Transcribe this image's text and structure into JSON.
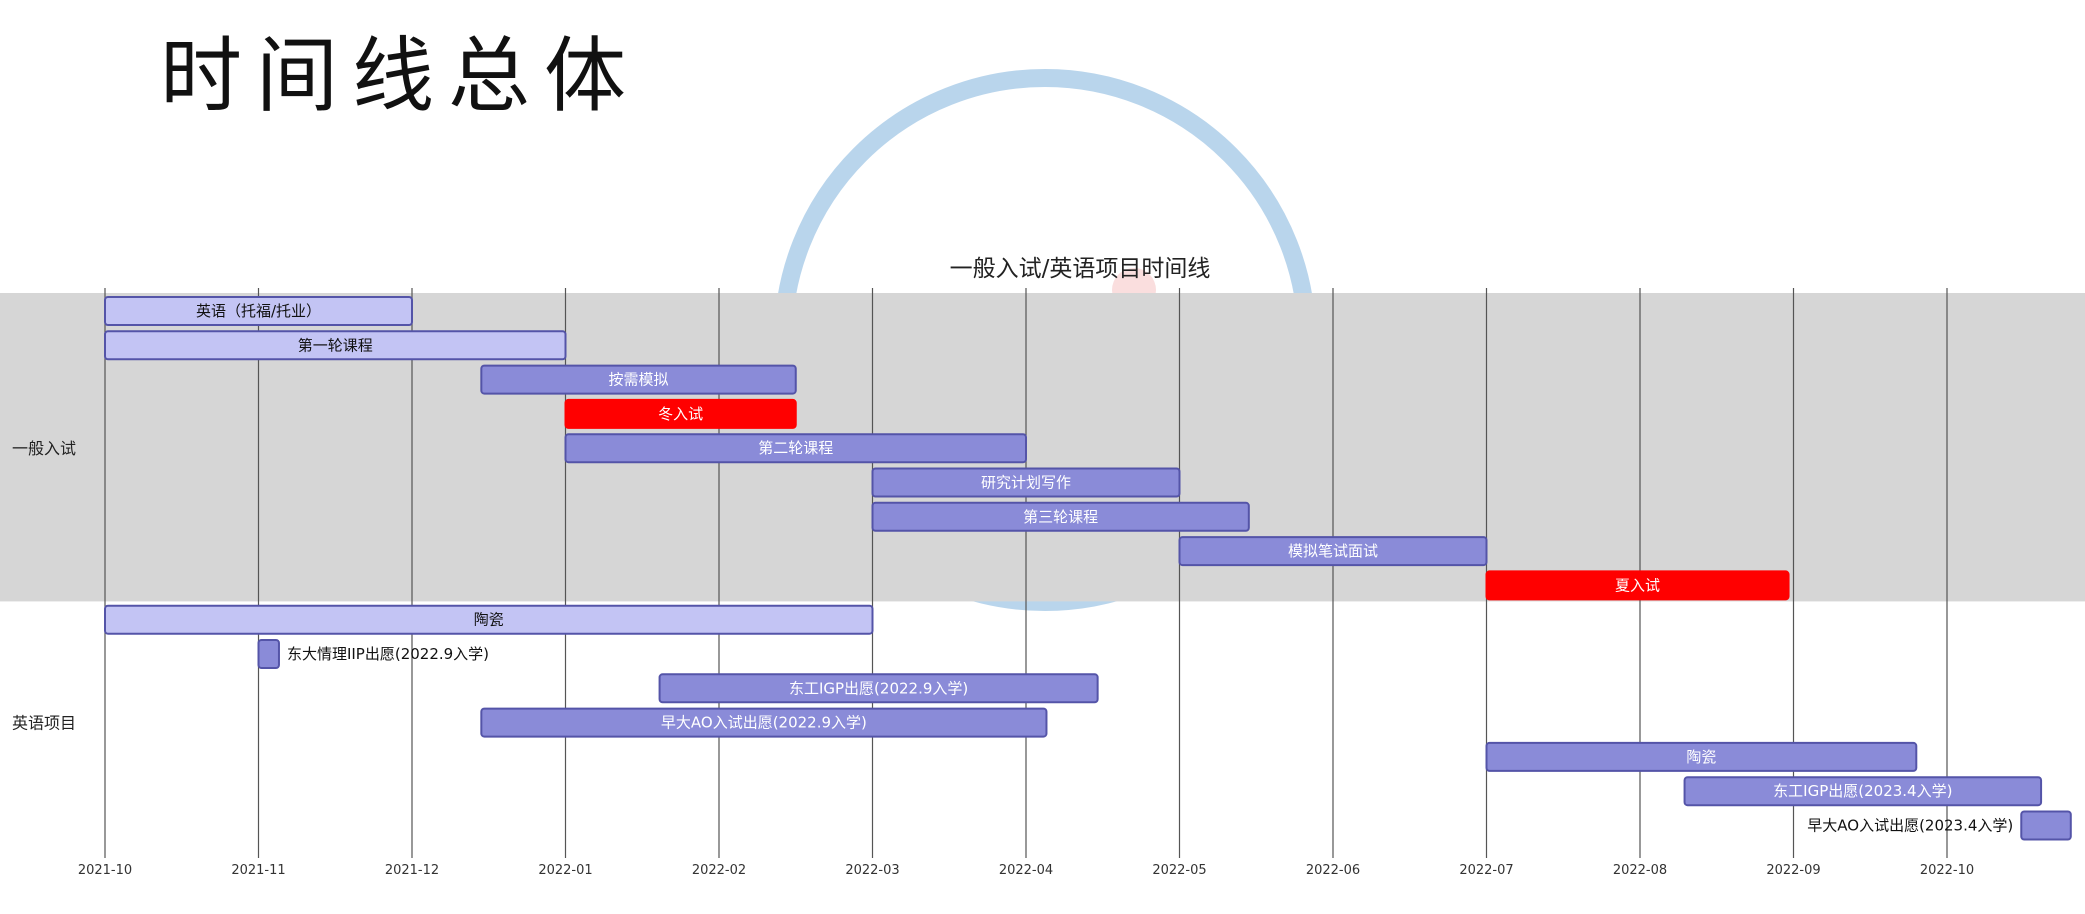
{
  "page": {
    "title": "时间线总体"
  },
  "colors": {
    "band": "#d6d6d6",
    "task_light": "#c3c4f4",
    "task_dark": "#8a8bd8",
    "task_border": "#5454a8",
    "exam": "#ff0000",
    "grid": "#555555",
    "watermark": "#7fb3dc",
    "watermark_accent": "#ef9a9a"
  },
  "chart_data": {
    "type": "gantt",
    "title": "一般入试/英语项目时间线",
    "x_ticks": [
      "2021-10",
      "2021-11",
      "2021-12",
      "2022-01",
      "2022-02",
      "2022-03",
      "2022-04",
      "2022-05",
      "2022-06",
      "2022-07",
      "2022-08",
      "2022-09",
      "2022-10"
    ],
    "xlim": [
      "2021-10-01",
      "2022-10-31"
    ],
    "grid": true,
    "groups": [
      {
        "name": "一般入试",
        "band": true,
        "tasks": [
          {
            "label": "英语（托福/托业）",
            "start": "2021-10-01",
            "end": "2021-12-01",
            "style": "light",
            "label_pos": "inside"
          },
          {
            "label": "第一轮课程",
            "start": "2021-10-01",
            "end": "2022-01-01",
            "style": "light",
            "label_pos": "inside"
          },
          {
            "label": "按需模拟",
            "start": "2021-12-15",
            "end": "2022-02-15",
            "style": "dark",
            "label_pos": "inside"
          },
          {
            "label": "冬入试",
            "start": "2022-01-01",
            "end": "2022-02-15",
            "style": "exam",
            "label_pos": "inside"
          },
          {
            "label": "第二轮课程",
            "start": "2022-01-01",
            "end": "2022-04-01",
            "style": "dark",
            "label_pos": "inside"
          },
          {
            "label": "研究计划写作",
            "start": "2022-03-01",
            "end": "2022-05-01",
            "style": "dark",
            "label_pos": "inside"
          },
          {
            "label": "第三轮课程",
            "start": "2022-03-01",
            "end": "2022-05-15",
            "style": "dark",
            "label_pos": "inside"
          },
          {
            "label": "模拟笔试面试",
            "start": "2022-05-01",
            "end": "2022-07-01",
            "style": "dark",
            "label_pos": "inside"
          },
          {
            "label": "夏入试",
            "start": "2022-07-01",
            "end": "2022-08-31",
            "style": "exam",
            "label_pos": "inside"
          }
        ]
      },
      {
        "name": "英语项目",
        "band": false,
        "tasks": [
          {
            "label": "陶瓷",
            "start": "2021-10-01",
            "end": "2022-03-01",
            "style": "light",
            "label_pos": "inside"
          },
          {
            "label": "东大情理IIP出愿(2022.9入学)",
            "start": "2021-11-01",
            "end": "2021-11-05",
            "style": "dark",
            "label_pos": "right"
          },
          {
            "label": "东工IGP出愿(2022.9入学)",
            "start": "2022-01-20",
            "end": "2022-04-15",
            "style": "dark",
            "label_pos": "inside"
          },
          {
            "label": "早大AO入试出愿(2022.9入学)",
            "start": "2021-12-15",
            "end": "2022-04-05",
            "style": "dark",
            "label_pos": "inside"
          },
          {
            "label": "陶瓷",
            "start": "2022-07-01",
            "end": "2022-09-25",
            "style": "dark",
            "label_pos": "inside"
          },
          {
            "label": "东工IGP出愿(2023.4入学)",
            "start": "2022-08-10",
            "end": "2022-10-20",
            "style": "dark",
            "label_pos": "inside"
          },
          {
            "label": "早大AO入试出愿(2023.4入学)",
            "start": "2022-10-16",
            "end": "2022-10-26",
            "style": "dark",
            "label_pos": "left"
          }
        ]
      }
    ]
  }
}
